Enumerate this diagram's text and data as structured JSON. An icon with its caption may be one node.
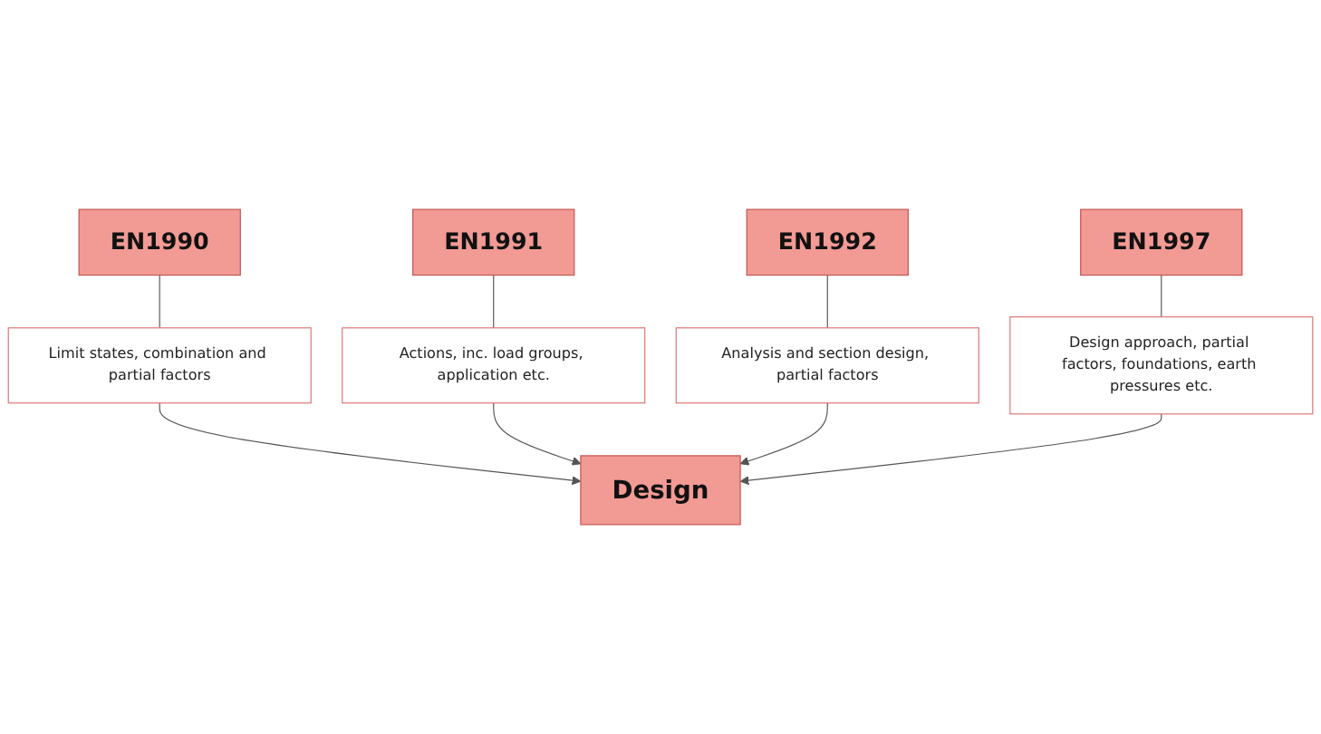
{
  "diagram": {
    "nodes": [
      {
        "text": [
          "EN1990"
        ]
      },
      {
        "text": [
          "EN1991"
        ]
      },
      {
        "text": [
          "Limit states, combination and partial factors"
        ]
      },
      {
        "text": [
          "Actions, inc. load groups, application etc."
        ]
      },
      {
        "text": [
          "Design"
        ]
      },
      {
        "text": [
          "Analysis and section design, partial factors"
        ]
      },
      {
        "text": [
          "Design approach, partial factors, foundations, earth pressures etc."
        ]
      },
      {
        "text": [
          "EN1992"
        ]
      },
      {
        "text": [
          "EN1997"
        ]
      }
    ],
    "edges": [
      {
        "from": 0,
        "to": 2,
        "arrow": "none"
      },
      {
        "from": 2,
        "to": 4,
        "arrow": "to"
      },
      {
        "from": 1,
        "to": 3,
        "arrow": "none"
      },
      {
        "from": 3,
        "to": 4,
        "arrow": "to"
      },
      {
        "from": 7,
        "to": 5,
        "arrow": "none"
      },
      {
        "from": 5,
        "to": 4,
        "arrow": "to"
      },
      {
        "from": 8,
        "to": 6,
        "arrow": "none"
      },
      {
        "from": 6,
        "to": 4,
        "arrow": "to"
      }
    ]
  }
}
